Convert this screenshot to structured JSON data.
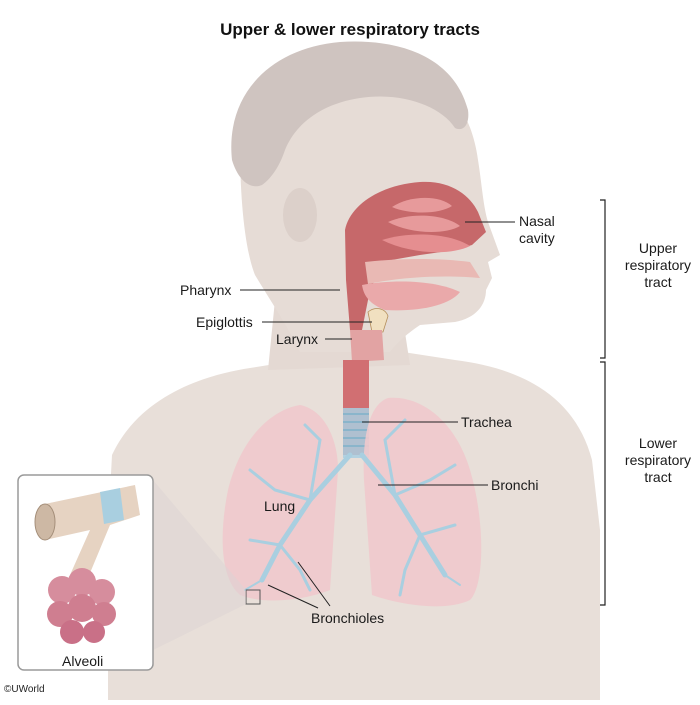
{
  "title": "Upper & lower respiratory tracts",
  "labels": {
    "nasal_cavity": [
      "Nasal",
      "cavity"
    ],
    "pharynx": "Pharynx",
    "epiglottis": "Epiglottis",
    "larynx": "Larynx",
    "trachea": "Trachea",
    "bronchi": "Bronchi",
    "lung": "Lung",
    "bronchioles": "Bronchioles",
    "alveoli": "Alveoli"
  },
  "tracts": {
    "upper": [
      "Upper",
      "respiratory",
      "tract"
    ],
    "lower": [
      "Lower",
      "respiratory",
      "tract"
    ]
  },
  "copyright": "©UWorld",
  "colors": {
    "body_skin": "#e6dcd6",
    "hair": "#cfc4c0",
    "lung": "#f0c9cc",
    "airway_blue": "#a9cfe0",
    "nasal_red": "#c25b5e",
    "leader_line": "#222222"
  }
}
